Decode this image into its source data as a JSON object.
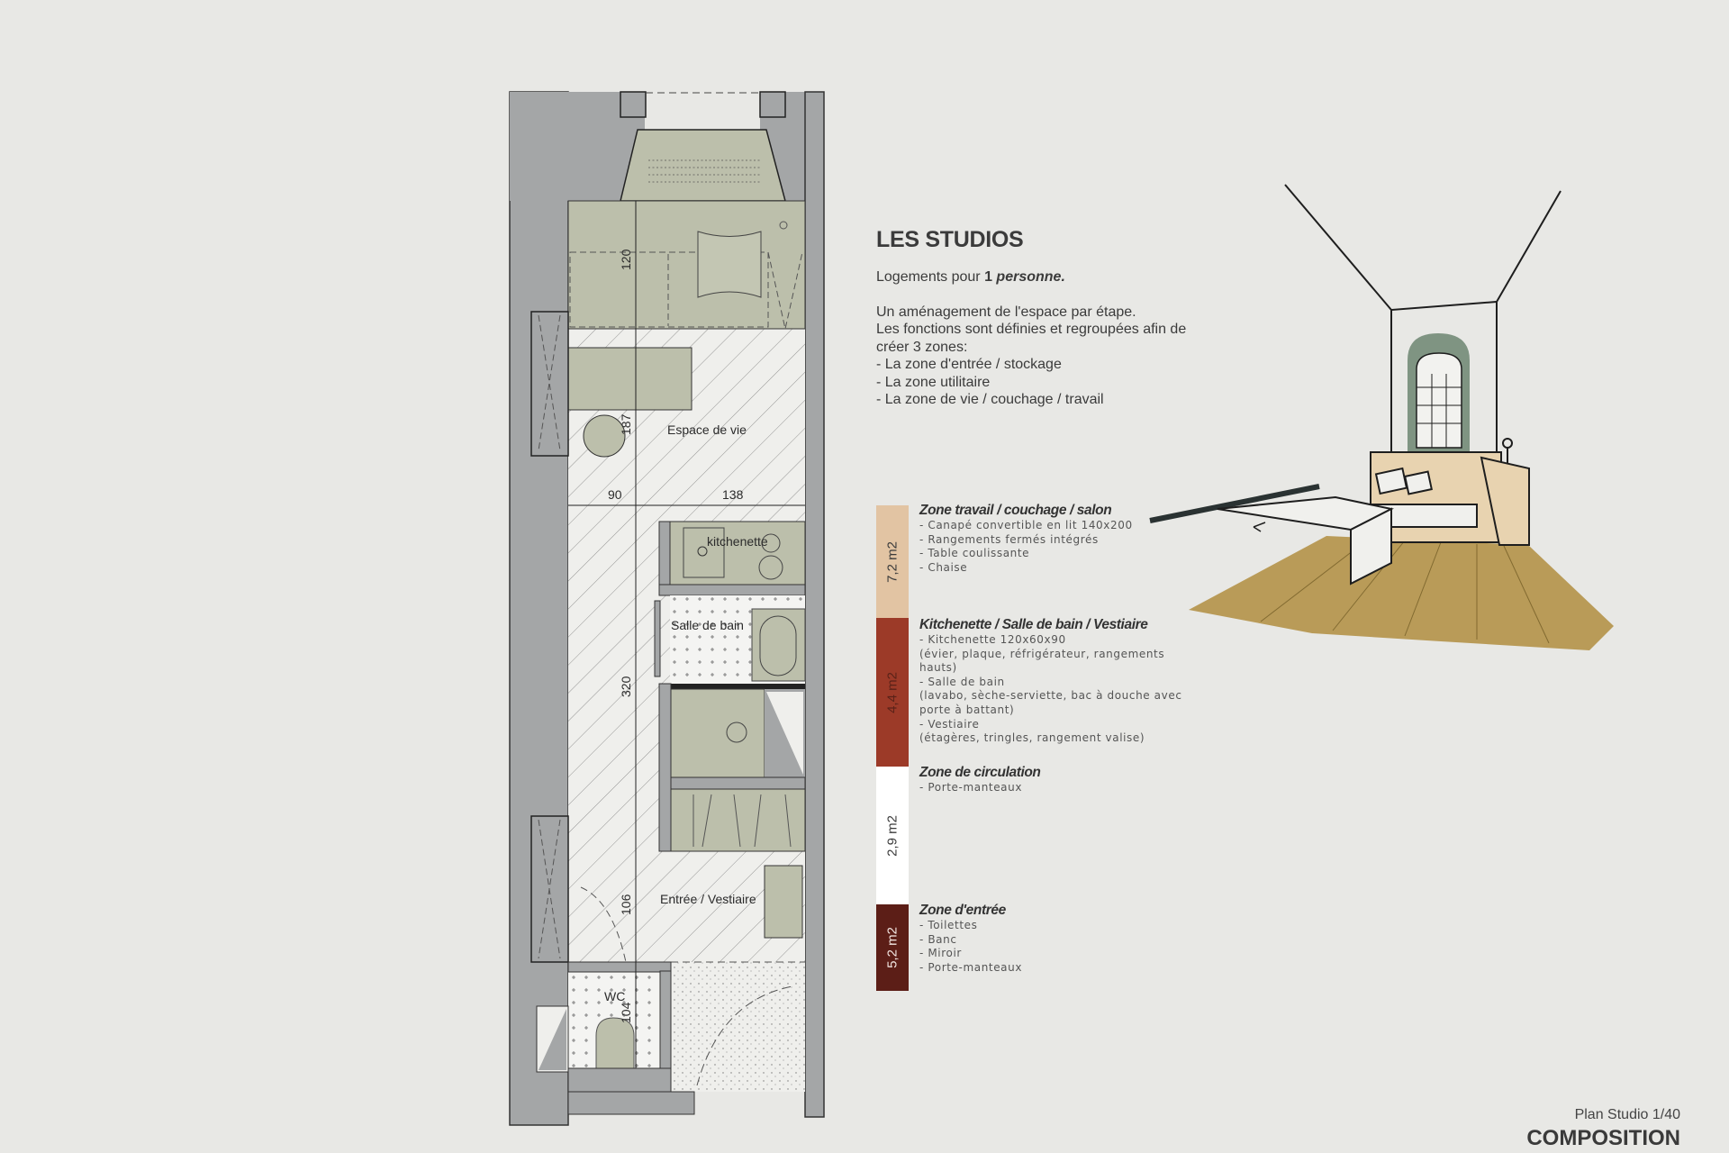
{
  "header": {
    "title": "LES STUDIOS",
    "subtitle_prefix": "Logements pour ",
    "subtitle_count": "1",
    "subtitle_unit": " personne.",
    "intro_lines": [
      "Un aménagement de l'espace par étape.",
      "Les fonctions sont définies et regroupées afin de créer 3 zones:",
      "- La zone d'entrée / stockage",
      "- La zone utilitaire",
      "- La zone de vie / couchage / travail"
    ]
  },
  "zones": [
    {
      "area": "7,2 m2",
      "color": "#e2c4a3",
      "title": "Zone travail / couchage / salon",
      "items": [
        "- Canapé convertible en lit 140x200",
        "- Rangements fermés intégrés",
        "- Table coulissante",
        "- Chaise"
      ]
    },
    {
      "area": "4,4 m2",
      "color": "#9c3a28",
      "title": "Kitchenette / Salle de bain / Vestiaire",
      "items": [
        "- Kitchenette 120x60x90",
        "(évier, plaque, réfrigérateur, rangements hauts)",
        "- Salle de bain",
        "(lavabo, sèche-serviette, bac à douche avec porte à battant)",
        "- Vestiaire",
        "(étagères, tringles, rangement valise)"
      ]
    },
    {
      "area": "2,9 m2",
      "color": "#ffffff",
      "title": "Zone de circulation",
      "items": [
        "- Porte-manteaux"
      ]
    },
    {
      "area": "5,2 m2",
      "color": "#5c1e17",
      "title": "Zone d'entrée",
      "items": [
        "- Toilettes",
        "- Banc",
        "- Miroir",
        "- Porte-manteaux"
      ]
    }
  ],
  "plan": {
    "rooms": {
      "living": "Espace de vie",
      "kitchen": "kitchenette",
      "bath": "Salle de bain",
      "entry": "Entrée / Vestiaire",
      "wc": "WC"
    },
    "dimensions": {
      "d120": "120",
      "d187": "187",
      "d90": "90",
      "d138": "138",
      "d320": "320",
      "d106": "106",
      "d104": "104"
    }
  },
  "footer": {
    "subtitle": "Plan Studio 1/40",
    "title": "COMPOSITION"
  },
  "colors": {
    "wall": "#a4a6a7",
    "furniture": "#bcbfab",
    "floor": "#eeeeea",
    "sketch_floor": "#b08d3f",
    "sketch_window": "#7f9482",
    "sketch_wood": "#e8d3b0"
  }
}
